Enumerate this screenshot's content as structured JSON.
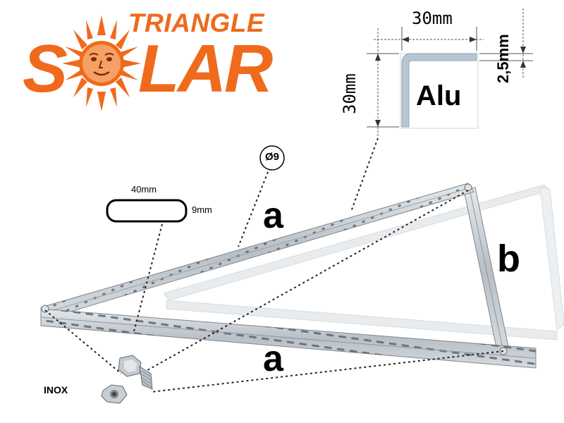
{
  "logo": {
    "brand_top": "TRIANGLE",
    "brand_letters": [
      "S",
      "L",
      "A",
      "R"
    ],
    "icon": "sun-face-icon"
  },
  "profile": {
    "width": "30mm",
    "height": "30mm",
    "thickness": "2,5mm",
    "material": "Alu"
  },
  "flat_bar": {
    "width": "40mm",
    "height": "9mm"
  },
  "hole": {
    "diameter": "Ø9"
  },
  "parts": {
    "a_top": "a",
    "a_bottom": "a",
    "b": "b"
  },
  "hardware": {
    "label": "INOX",
    "icon": "bolt-nut-icon"
  },
  "colors": {
    "brand_orange": "#ef6a1c",
    "profile_fill": "#b6c6d4",
    "metal": "#c9ced2"
  }
}
